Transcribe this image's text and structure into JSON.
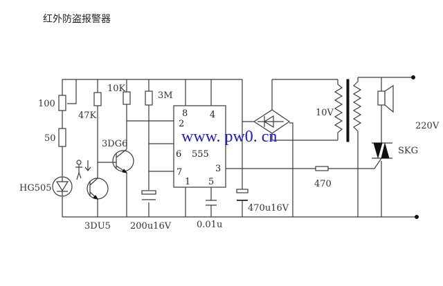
{
  "title": "红外防盗报警器",
  "watermark": "www. pw0. cn",
  "colors": {
    "wire": "#3a3a3a",
    "text": "#333333",
    "watermark": "#1a1adb",
    "background": "#ffffff"
  },
  "components": {
    "r_pot": {
      "type": "potentiometer",
      "label": "100"
    },
    "r_50": {
      "type": "resistor",
      "label": "50"
    },
    "ir_led": {
      "type": "ir-emitter-diode",
      "label": "HG505"
    },
    "r_47k": {
      "type": "resistor",
      "label": "47K"
    },
    "phototransistor": {
      "type": "phototransistor",
      "label": "3DU5"
    },
    "r_10k": {
      "type": "resistor",
      "label": "10K"
    },
    "q_3dg6": {
      "type": "npn-transistor",
      "label": "3DG6"
    },
    "r_3m": {
      "type": "resistor",
      "label": "3M"
    },
    "c_200u": {
      "type": "electrolytic-capacitor",
      "label": "200u16V"
    },
    "timer_555": {
      "type": "ic",
      "label": "555",
      "pins": [
        "8",
        "4",
        "2",
        "6",
        "7",
        "1",
        "5",
        "3"
      ]
    },
    "c_001u": {
      "type": "capacitor",
      "label": "0.01u"
    },
    "c_470u": {
      "type": "electrolytic-capacitor",
      "label": "470u16V"
    },
    "bridge": {
      "type": "bridge-rectifier",
      "label": ""
    },
    "transformer": {
      "type": "transformer",
      "label": "10V"
    },
    "r_470": {
      "type": "resistor",
      "label": "470"
    },
    "triac": {
      "type": "triac",
      "label": "SKG"
    },
    "speaker": {
      "type": "speaker",
      "label": ""
    },
    "mains": {
      "type": "ac-input",
      "label": "220V"
    }
  }
}
